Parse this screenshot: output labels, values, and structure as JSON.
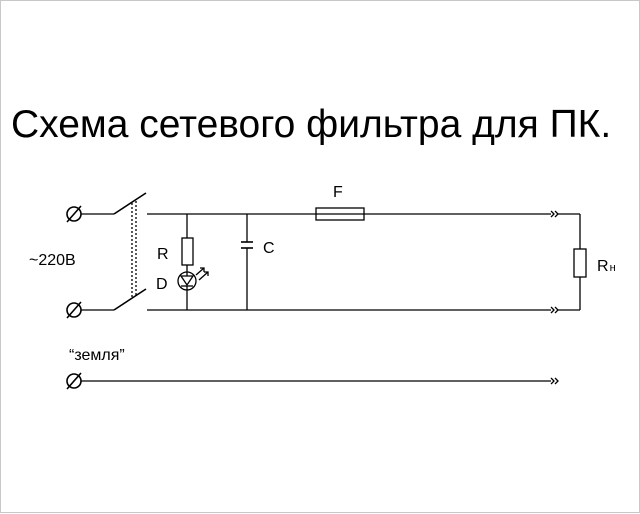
{
  "title": "Схема сетевого фильтра для ПК.",
  "labels": {
    "voltage": "~220В",
    "resistor": "R",
    "led": "D",
    "capacitor": "C",
    "fuse": "F",
    "load": "R",
    "load_subscript": "н",
    "ground": "“земля”"
  },
  "icons": [
    "terminal-icon",
    "switch-icon",
    "resistor-icon",
    "led-icon",
    "capacitor-icon",
    "fuse-icon",
    "arrow-icon"
  ]
}
